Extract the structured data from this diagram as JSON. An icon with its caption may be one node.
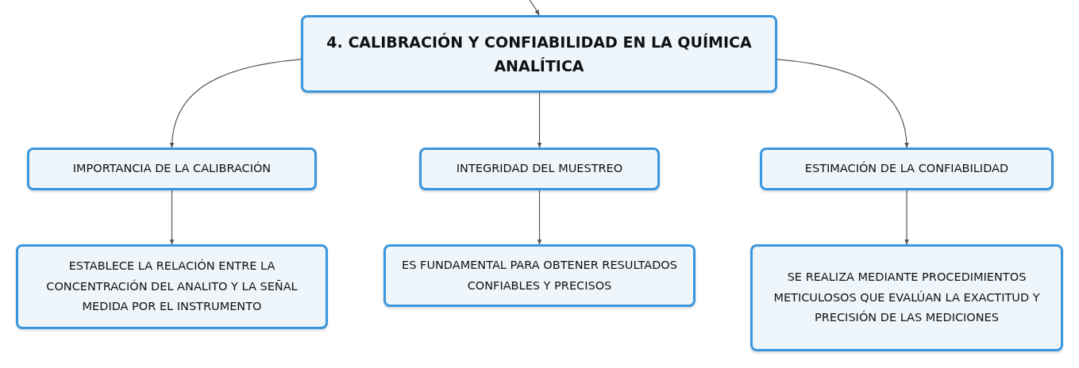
{
  "diagram": {
    "nodes": [
      {
        "text": [
          "4. CALIBRACIÓN Y CONFIABILIDAD EN LA QUÍMICA ANALÍTICA"
        ]
      },
      {
        "text": [
          "IMPORTANCIA DE LA CALIBRACIÓN"
        ]
      },
      {
        "text": [
          "INTEGRIDAD DEL MUESTREO"
        ]
      },
      {
        "text": [
          "ESTIMACIÓN DE LA CONFIABILIDAD"
        ]
      },
      {
        "text": [
          "ESTABLECE LA RELACIÓN ENTRE LA CONCENTRACIÓN DEL ANALITO Y LA SEÑAL MEDIDA POR EL INSTRUMENTO"
        ]
      },
      {
        "text": [
          "ES FUNDAMENTAL PARA OBTENER RESULTADOS CONFIABLES Y PRECISOS"
        ]
      },
      {
        "text": [
          "SE REALIZA MEDIANTE PROCEDIMIENTOS METICULOSOS QUE EVALÚAN LA EXACTITUD Y PRECISIÓN DE LAS MEDICIONES"
        ]
      }
    ],
    "edges": [
      {
        "from": null,
        "to": 0,
        "arrow": "to"
      },
      {
        "from": 0,
        "to": 1,
        "arrow": "to"
      },
      {
        "from": 0,
        "to": 2,
        "arrow": "to"
      },
      {
        "from": 0,
        "to": 3,
        "arrow": "to"
      },
      {
        "from": 1,
        "to": 4,
        "arrow": "to"
      },
      {
        "from": 2,
        "to": 5,
        "arrow": "to"
      },
      {
        "from": 3,
        "to": 6,
        "arrow": "to"
      }
    ]
  }
}
